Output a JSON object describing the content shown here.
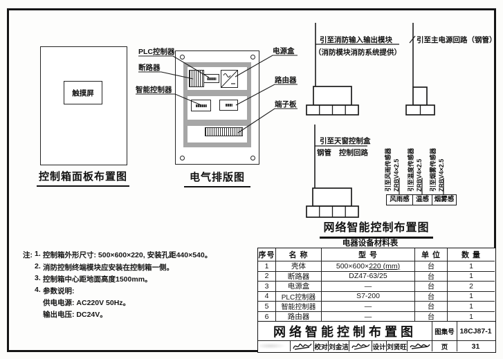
{
  "panel_diagram": {
    "caption": "控制箱面板布置图",
    "touch_screen_label": "触摸屏"
  },
  "electrical_diagram": {
    "caption": "电气排版图",
    "label_plc": "PLC控制器",
    "label_breaker": "断路器",
    "label_smart": "智能控制器",
    "label_power": "电源盒",
    "label_router": "路由器",
    "label_terminal": "端子板"
  },
  "network_diagram": {
    "title": "网络智能控制布置图",
    "fire_line1": "引至消防输入输出模块",
    "fire_line2": "（消防模块消防系统提供）",
    "main_power_label": "引至主电源回路（钢管）",
    "skylight_label": "引至天窗控制盒",
    "pipe_label": "钢管",
    "circuit_label": "控制回路",
    "sensors": [
      {
        "lead": "引至风雨传感器",
        "spec": "ZRBV4×2.5",
        "name": "风雨感"
      },
      {
        "lead": "引至温度传感器",
        "spec": "ZRBV4×2.5",
        "name": "温感"
      },
      {
        "lead": "引至烟雾传感器",
        "spec": "ZRBV4×2.5",
        "name": "烟雾感"
      }
    ]
  },
  "materials_table": {
    "title": "电器设备材料表",
    "headers": [
      "序号",
      "名 称",
      "型 号",
      "单 位",
      "数 量"
    ],
    "rows": [
      {
        "no": "1",
        "name": "壳体",
        "model": "500×600×",
        "model_u": "220 (mm)",
        "unit": "台",
        "qty": "1"
      },
      {
        "no": "2",
        "name": "断路器",
        "model": "DZ47-63/25",
        "model_u": "",
        "unit": "台",
        "qty": "1"
      },
      {
        "no": "3",
        "name": "电源盒",
        "model": "—",
        "model_u": "",
        "unit": "台",
        "qty": "2"
      },
      {
        "no": "4",
        "name": "PLC控制器",
        "model": "S7-200",
        "model_u": "",
        "unit": "台",
        "qty": "1"
      },
      {
        "no": "5",
        "name": "智能控制器",
        "model": "—",
        "model_u": "",
        "unit": "台",
        "qty": "1"
      },
      {
        "no": "6",
        "name": "路由器",
        "model": "—",
        "model_u": "",
        "unit": "台",
        "qty": "1"
      }
    ]
  },
  "notes": {
    "prefix": "注:",
    "items": [
      {
        "no": "1.",
        "text": "控制箱外形尺寸: 500×600×220, 安装孔距440×540。"
      },
      {
        "no": "2.",
        "text": "消防控制终端模块应安装在控制箱一侧。"
      },
      {
        "no": "3.",
        "text": "控制箱中心距地面高度1500mm。"
      },
      {
        "no": "4.",
        "text": "参数说明:"
      }
    ],
    "sub_items": [
      "供电电源: AC220V 50Hz。",
      "输出电压: DC24V。"
    ]
  },
  "title_block": {
    "title": "网络智能控制布置图",
    "atlas_label": "图集号",
    "atlas_no": "18CJ87-1",
    "proof_label": "校对",
    "proof_name": "刘金洁",
    "design_label": "设计",
    "design_name": "刘贤旺",
    "page_label": "页",
    "page_no": "31"
  }
}
